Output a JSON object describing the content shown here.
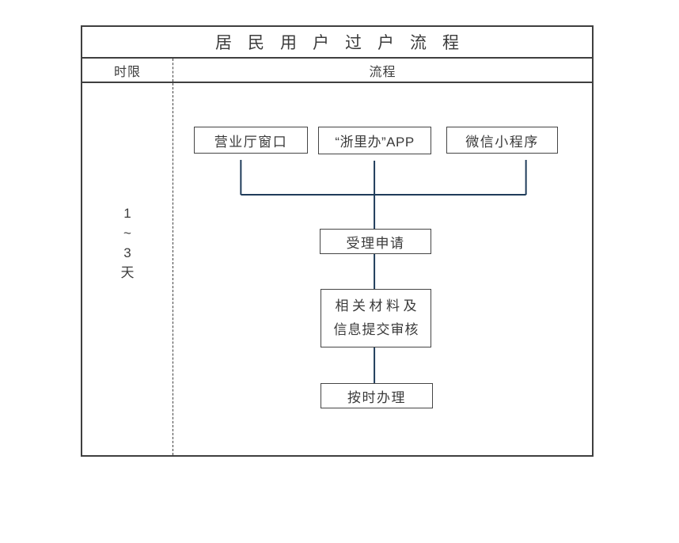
{
  "page": {
    "title": "居民用户过户流程"
  },
  "header": {
    "time_limit": "时限",
    "process": "流程"
  },
  "time_limit": {
    "line1": "1",
    "line2": "~",
    "line3": "3",
    "line4": "天"
  },
  "flow": {
    "channels": [
      {
        "label": "营业厅窗口"
      },
      {
        "label": "“浙里办”APP"
      },
      {
        "label": "微信小程序"
      }
    ],
    "steps": [
      {
        "label": "受理申请"
      },
      {
        "label_line1": "相关材料及",
        "label_line2": "信息提交审核"
      },
      {
        "label": "按时办理"
      }
    ]
  },
  "colors": {
    "frame_border": "#3f3f3f",
    "box_border": "#454545",
    "connector_line": "#1f3c5a",
    "text": "#3d3d3d",
    "background": "#ffffff"
  }
}
